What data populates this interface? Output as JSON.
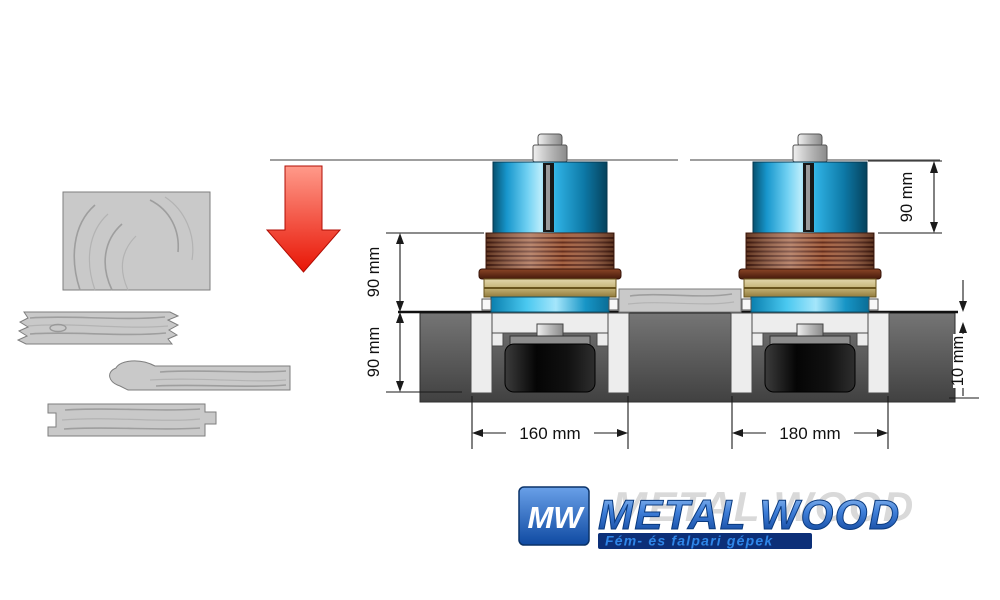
{
  "dimensions": {
    "stack_height_left": "90 mm",
    "under_table_left": "90 mm",
    "cutter_height_right": "90 mm",
    "table_thickness": "10 mm",
    "opening_left": "160 mm",
    "opening_right": "180 mm"
  },
  "logo": {
    "monogram": "MW",
    "brand": "METAL WOOD",
    "tagline": "Fém- és falpari gépek"
  },
  "colors": {
    "cutter_blue": "#1a9fd4",
    "spacer_copper": "#8a4a30",
    "spacer_brass": "#c9b87e",
    "clamp_ring_blue": "#35c0ee",
    "feed_arrow_red": "#e81505",
    "table_gray": "#4a4a4a",
    "logo_blue": "#1551a8"
  }
}
